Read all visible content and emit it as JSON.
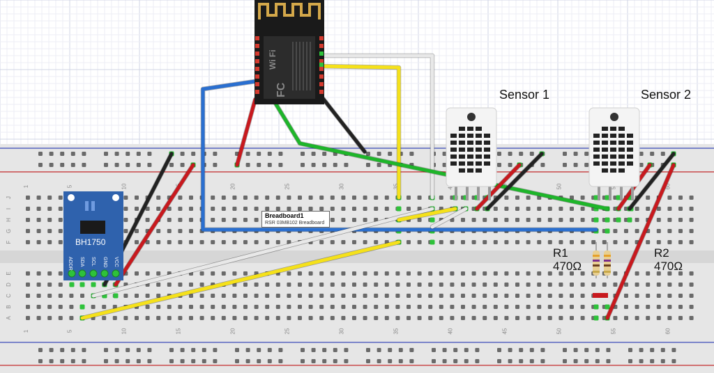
{
  "breadboard": {
    "tag_title": "Breadboard1",
    "tag_subtitle": "RSR 03MB102 Breadboard",
    "column_numbers": [
      "1",
      "5",
      "10",
      "15",
      "20",
      "25",
      "30",
      "35",
      "40",
      "45",
      "50",
      "55",
      "60"
    ],
    "row_letters_top": [
      "J",
      "I",
      "H",
      "G",
      "F"
    ],
    "row_letters_bottom": [
      "E",
      "D",
      "C",
      "B",
      "A"
    ]
  },
  "sensors": [
    {
      "title": "Sensor 1"
    },
    {
      "title": "Sensor 2"
    }
  ],
  "resistors": [
    {
      "name": "R1",
      "value": "470Ω"
    },
    {
      "name": "R2",
      "value": "470Ω"
    }
  ],
  "light_sensor": {
    "name": "BH1750",
    "pins": [
      "ADDR",
      "SDA",
      "SCL",
      "GND",
      "VCC"
    ]
  },
  "module": {
    "markings": [
      "Wi Fi",
      "FC"
    ]
  },
  "colors": {
    "blue_wire": "#2a6fd0",
    "red_wire": "#c8191e",
    "black_wire": "#222222",
    "yellow_wire": "#f5e11a",
    "green_wire": "#1eb52a",
    "white_wire": "#e8e8e8",
    "board": "#e6e6e6",
    "sensor_board": "#2f62ad"
  }
}
